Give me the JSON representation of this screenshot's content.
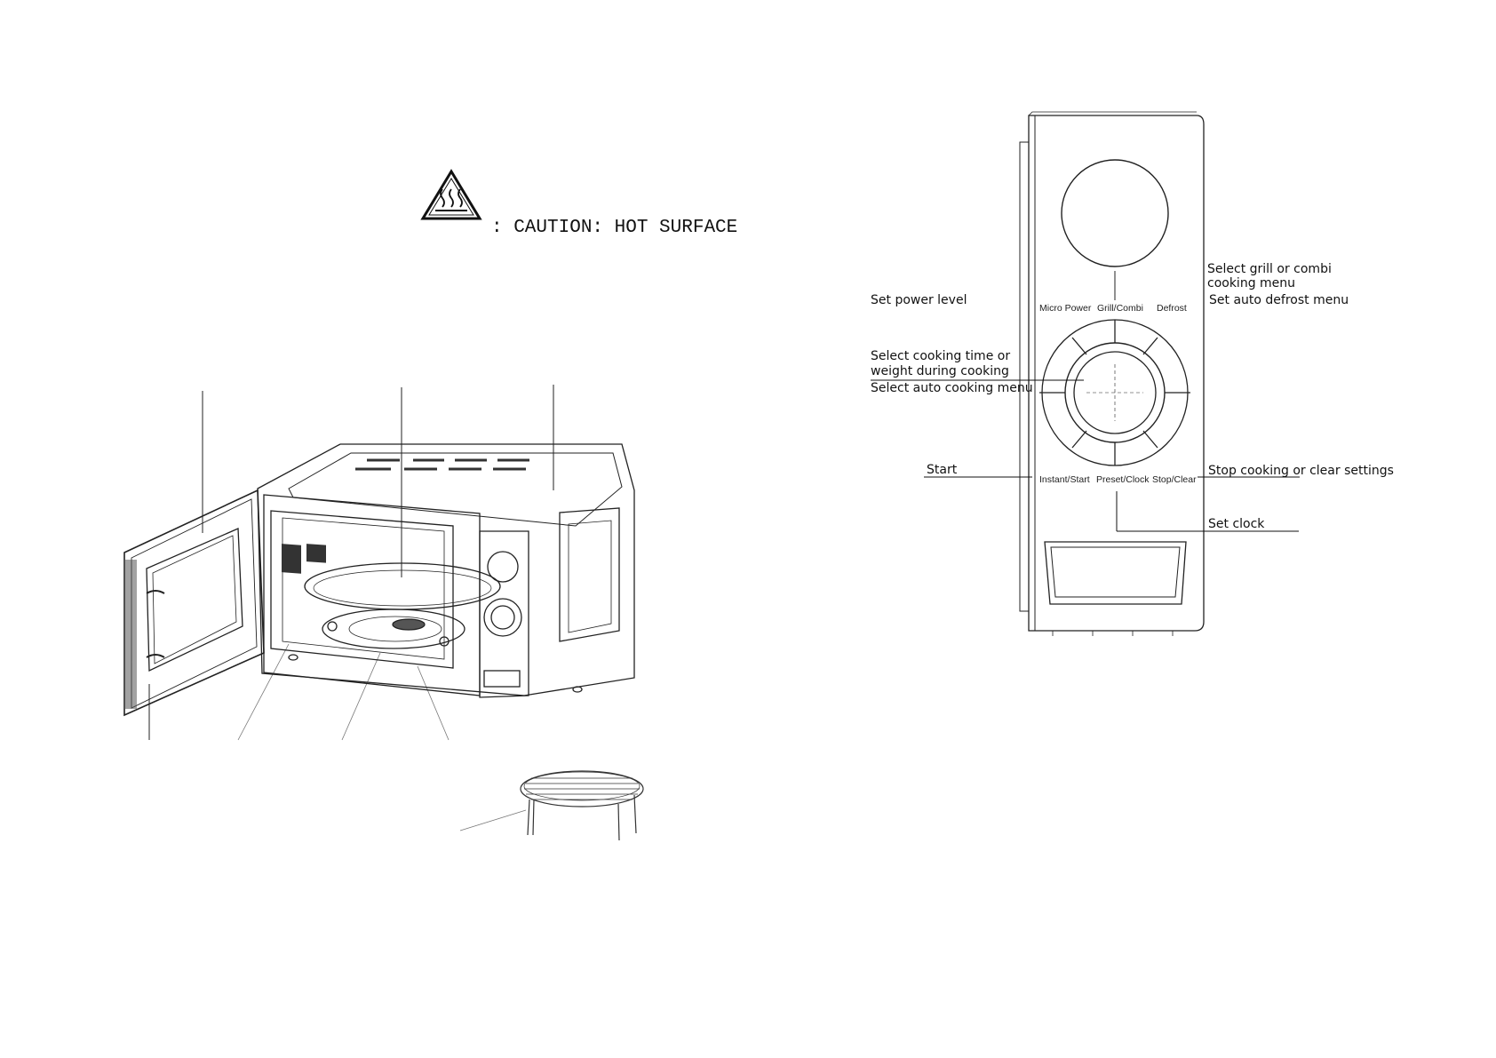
{
  "caution": {
    "text": ": CAUTION: HOT SURFACE",
    "icon": "hot-surface-warning-icon"
  },
  "control_panel": {
    "buttons": {
      "micro_power": "Micro Power",
      "grill_combi": "Grill/Combi",
      "defrost": "Defrost",
      "instant_start": "Instant/Start",
      "preset_clock": "Preset/Clock",
      "stop_clear": "Stop/Clear"
    },
    "callouts": {
      "set_power_level": "Set power level",
      "select_grill_line1": "Select grill or combi",
      "select_grill_line2": "cooking menu",
      "set_auto_defrost": "Set auto defrost menu",
      "select_time_line1": "Select cooking time or",
      "select_time_line2": "weight during cooking",
      "select_auto_cooking": "Select auto cooking menu",
      "start": "Start",
      "stop_cooking": "Stop cooking or clear settings",
      "set_clock": "Set clock"
    }
  }
}
